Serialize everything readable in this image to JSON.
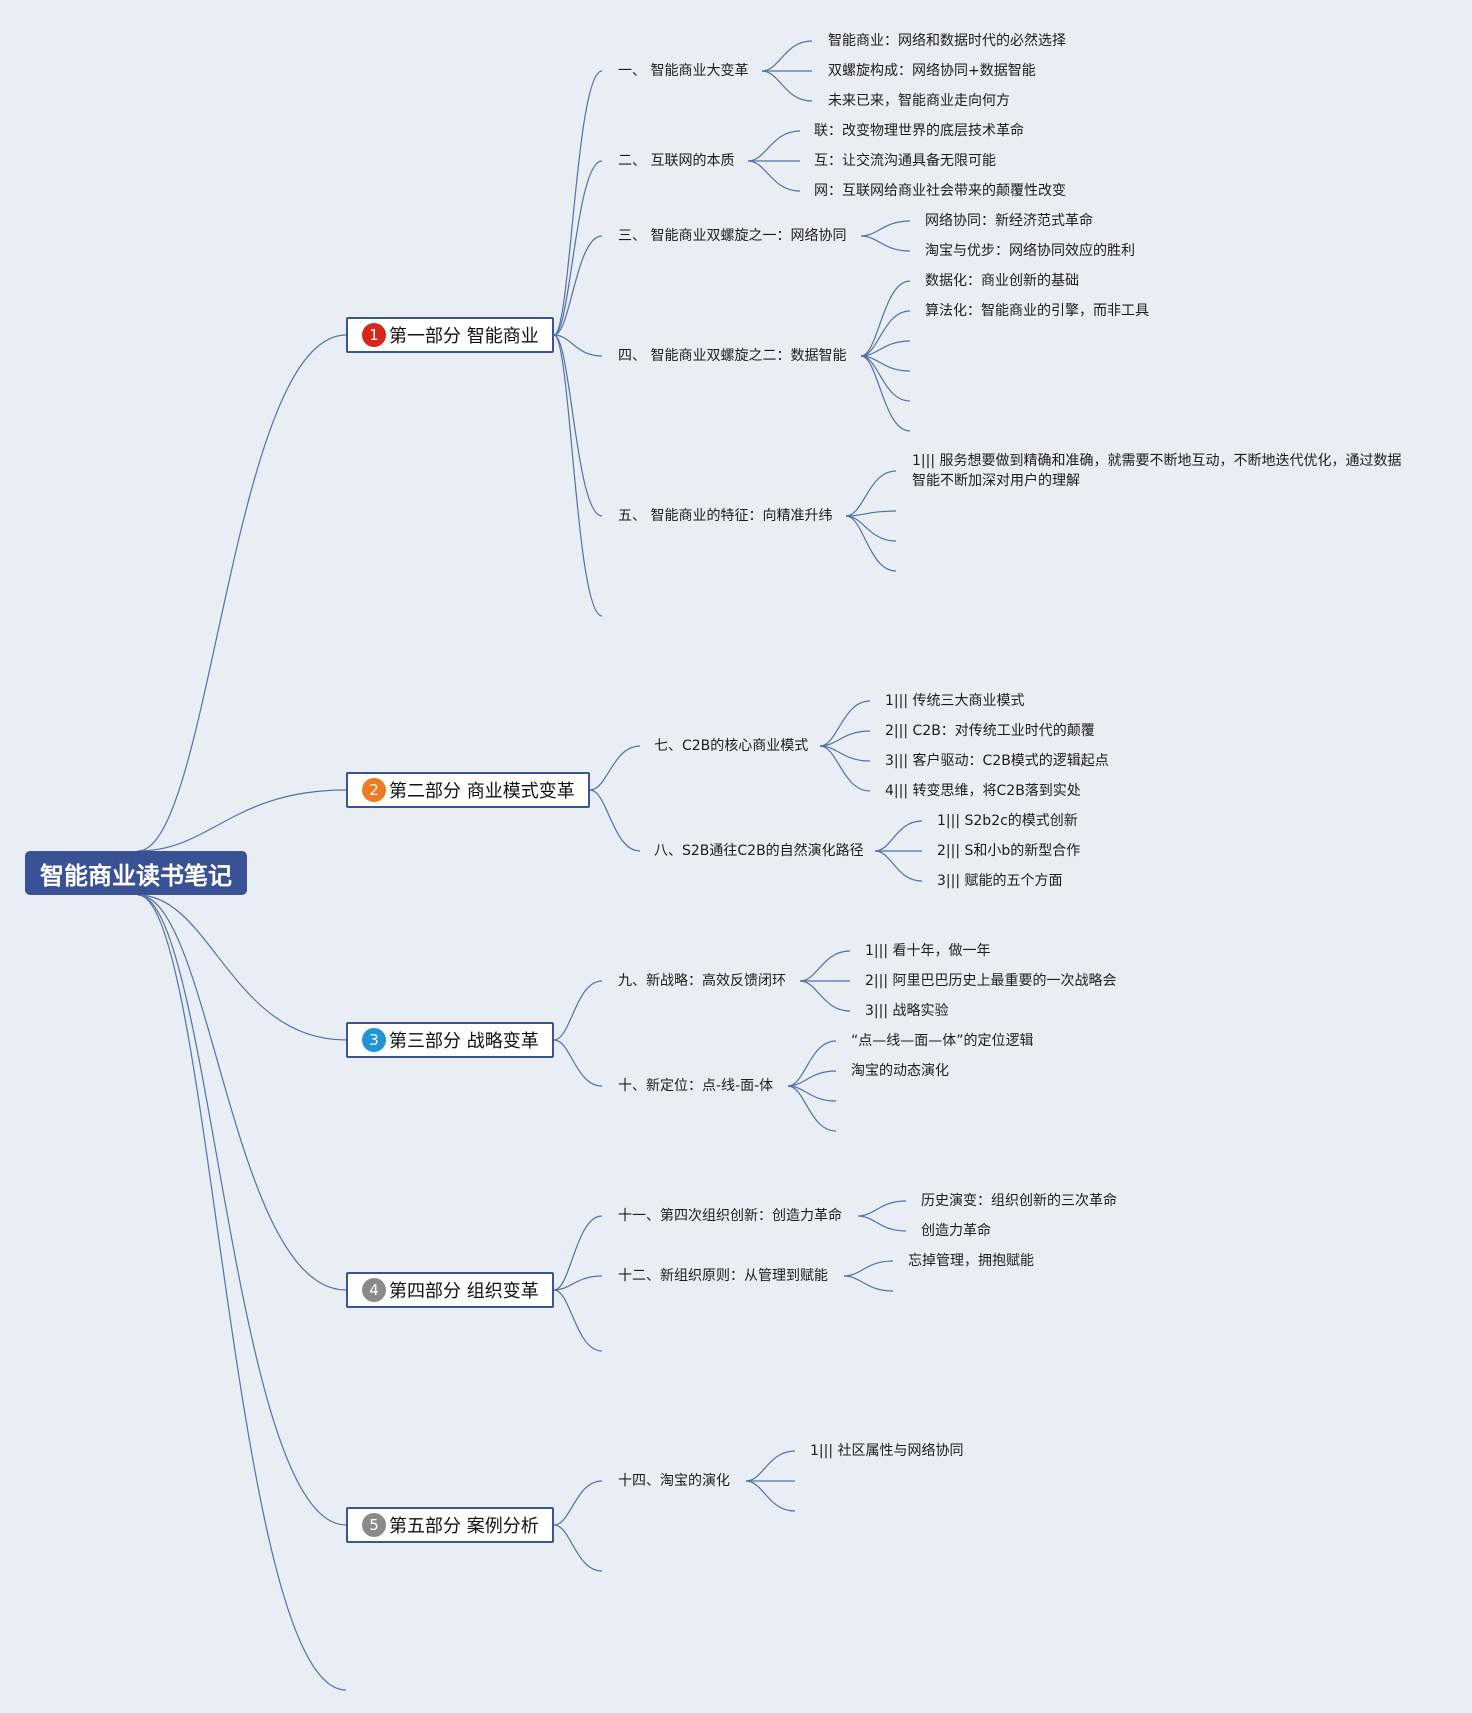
{
  "root": {
    "title": "智能商业读书笔记"
  },
  "parts": [
    {
      "marker": "1",
      "title": "第一部分 智能商业",
      "chapters": [
        {
          "title": "一、 智能商业大变革",
          "items": [
            "智能商业：网络和数据时代的必然选择",
            "双螺旋构成：网络协同+数据智能",
            "未来已来，智能商业走向何方"
          ]
        },
        {
          "title": "二、 互联网的本质",
          "items": [
            "联：改变物理世界的底层技术革命",
            "互：让交流沟通具备无限可能",
            "网：互联网给商业社会带来的颠覆性改变"
          ]
        },
        {
          "title": "三、 智能商业双螺旋之一：网络协同",
          "items": [
            "网络协同：新经济范式革命",
            "淘宝与优步：网络协同效应的胜利"
          ]
        },
        {
          "title": "四、 智能商业双螺旋之二：数据智能",
          "items": [
            "数据化：商业创新的基础",
            "算法化：智能商业的引擎，而非工具"
          ]
        },
        {
          "title": "五、 智能商业的特征：向精准升纬",
          "items": [
            "1||| 服务想要做到精确和准确，就需要不断地互动，不断地迭代优化，通过数据智能不断加深对用户的理解"
          ]
        }
      ]
    },
    {
      "marker": "2",
      "title": "第二部分 商业模式变革",
      "chapters": [
        {
          "title": "七、C2B的核心商业模式",
          "items": [
            "1||| 传统三大商业模式",
            "2||| C2B：对传统工业时代的颠覆",
            "3||| 客户驱动：C2B模式的逻辑起点",
            "4||| 转变思维，将C2B落到实处"
          ]
        },
        {
          "title": "八、S2B通往C2B的自然演化路径",
          "items": [
            "1||| S2b2c的模式创新",
            "2||| S和小b的新型合作",
            "3||| 赋能的五个方面"
          ]
        }
      ]
    },
    {
      "marker": "3",
      "title": "第三部分 战略变革",
      "chapters": [
        {
          "title": "九、新战略：高效反馈闭环",
          "items": [
            "1||| 看十年，做一年",
            "2||| 阿里巴巴历史上最重要的一次战略会",
            "3||| 战略实验"
          ]
        },
        {
          "title": "十、新定位：点-线-面-体",
          "items": [
            "“点—线—面—体”的定位逻辑",
            "淘宝的动态演化"
          ]
        }
      ]
    },
    {
      "marker": "4",
      "title": "第四部分 组织变革",
      "chapters": [
        {
          "title": "十一、第四次组织创新：创造力革命",
          "items": [
            "历史演变：组织创新的三次革命",
            "创造力革命"
          ]
        },
        {
          "title": "十二、新组织原则：从管理到赋能",
          "items": [
            "忘掉管理，拥抱赋能"
          ]
        }
      ]
    },
    {
      "marker": "5",
      "title": "第五部分 案例分析",
      "chapters": [
        {
          "title": "十四、淘宝的演化",
          "items": [
            "1||| 社区属性与网络协同"
          ]
        }
      ]
    }
  ],
  "colors": {
    "background": "#e8eef3",
    "root_fill": "#3a5196",
    "line": "#5570a8",
    "marker1": "#d7261b",
    "marker2": "#ee7a22",
    "marker3": "#1f95d6",
    "marker4": "#8a8a8a",
    "marker5": "#8a8a8a"
  }
}
